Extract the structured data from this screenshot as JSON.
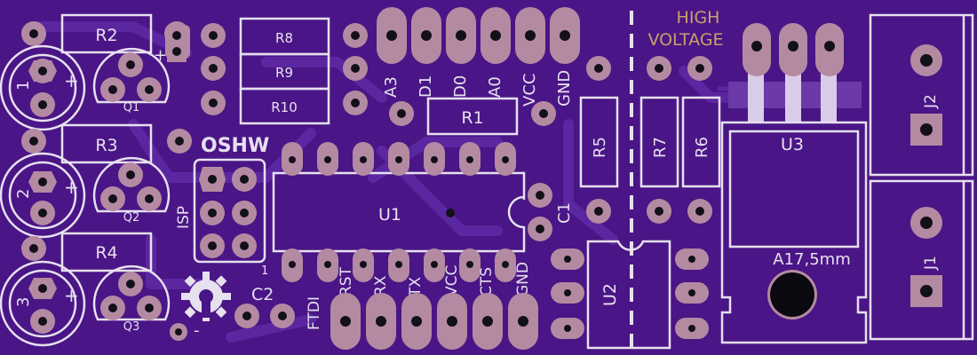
{
  "board": {
    "background": "#4a1586",
    "silk_color": "#e6e0ef",
    "pad_color": "#b48aa2",
    "warning_color": "#c9a06a"
  },
  "labels": {
    "r1": "R1",
    "r2": "R2",
    "r3": "R3",
    "r4": "R4",
    "r5": "R5",
    "r6": "R6",
    "r7": "R7",
    "r8": "R8",
    "r9": "R9",
    "r10": "R10",
    "q1": "Q1",
    "q2": "Q2",
    "q3": "Q3",
    "u1": "U1",
    "u2": "U2",
    "u3": "U3",
    "c1": "C1",
    "c2": "C2",
    "j1": "J1",
    "j2": "J2",
    "oshw": "OSHW",
    "isp": "ISP",
    "ftdi": "FTDI",
    "led1": "1",
    "led2": "2",
    "led3": "3",
    "plus": "+",
    "minus": "-",
    "pin1": "1",
    "hv_line1": "HIGH",
    "hv_line2": "VOLTAGE",
    "fuse": "A17,5mm"
  },
  "top_header_pins": [
    "A3",
    "D1",
    "D0",
    "A0",
    "VCC",
    "GND"
  ],
  "ftdi_pins": [
    "RST",
    "RX",
    "TX",
    "VCC",
    "CTS",
    "GND"
  ]
}
